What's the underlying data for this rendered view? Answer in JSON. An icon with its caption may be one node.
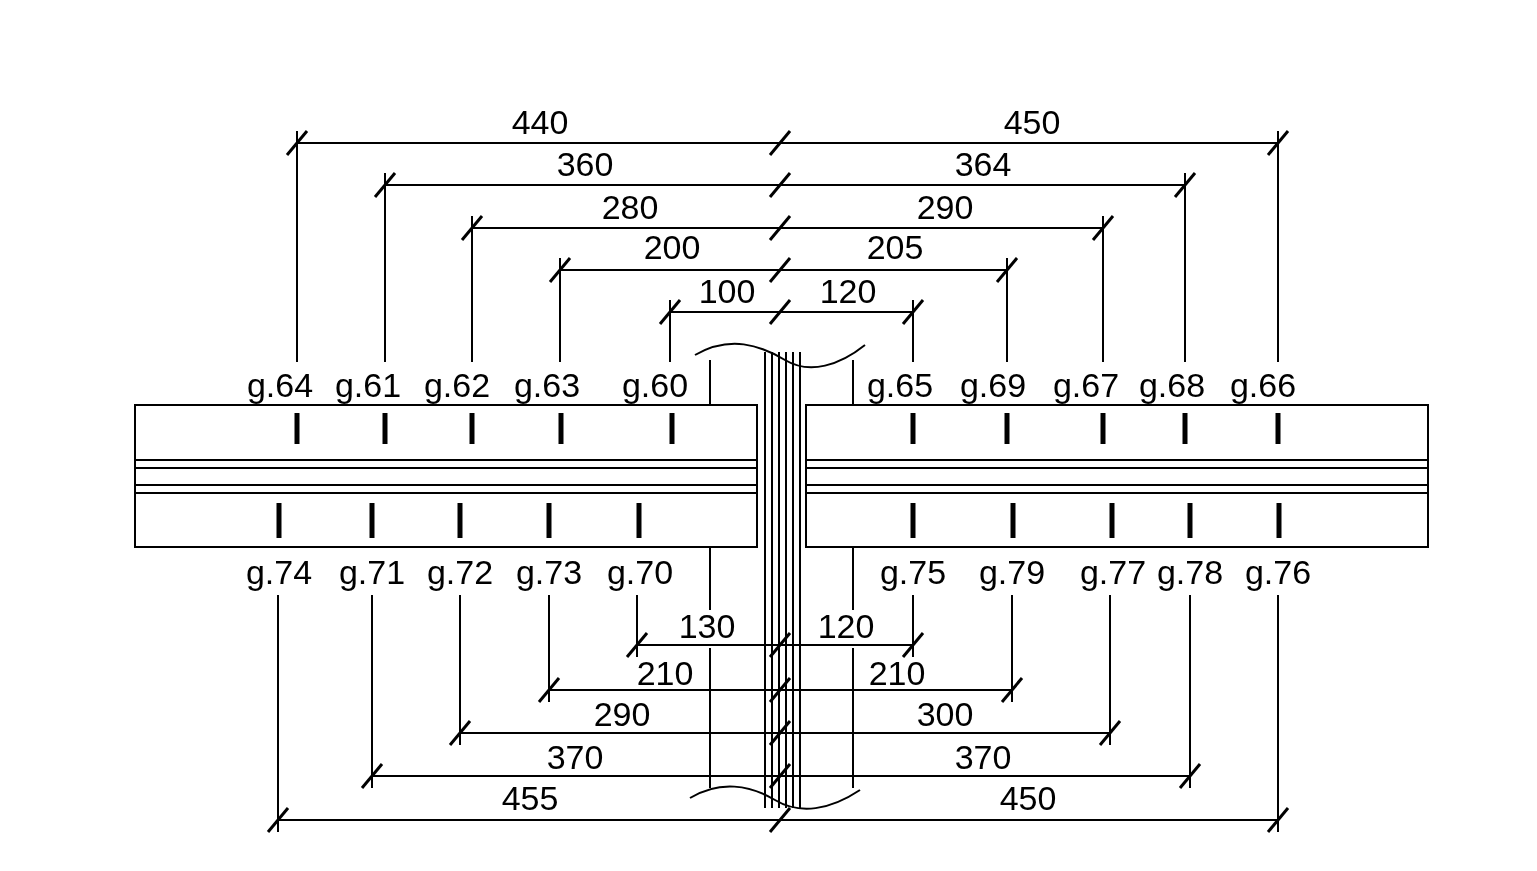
{
  "diagram": {
    "labels": [
      "440",
      "450",
      "360",
      "364",
      "280",
      "290",
      "200",
      "205",
      "100",
      "120",
      "g.64",
      "g.61",
      "g.62",
      "g.63",
      "g.60",
      "g.65",
      "g.69",
      "g.67",
      "g.68",
      "g.66",
      "g.74",
      "g.71",
      "g.72",
      "g.73",
      "g.70",
      "g.75",
      "g.79",
      "g.77",
      "g.78",
      "g.76",
      "130",
      "120",
      "210",
      "210",
      "290",
      "300",
      "370",
      "370",
      "455",
      "450"
    ]
  }
}
